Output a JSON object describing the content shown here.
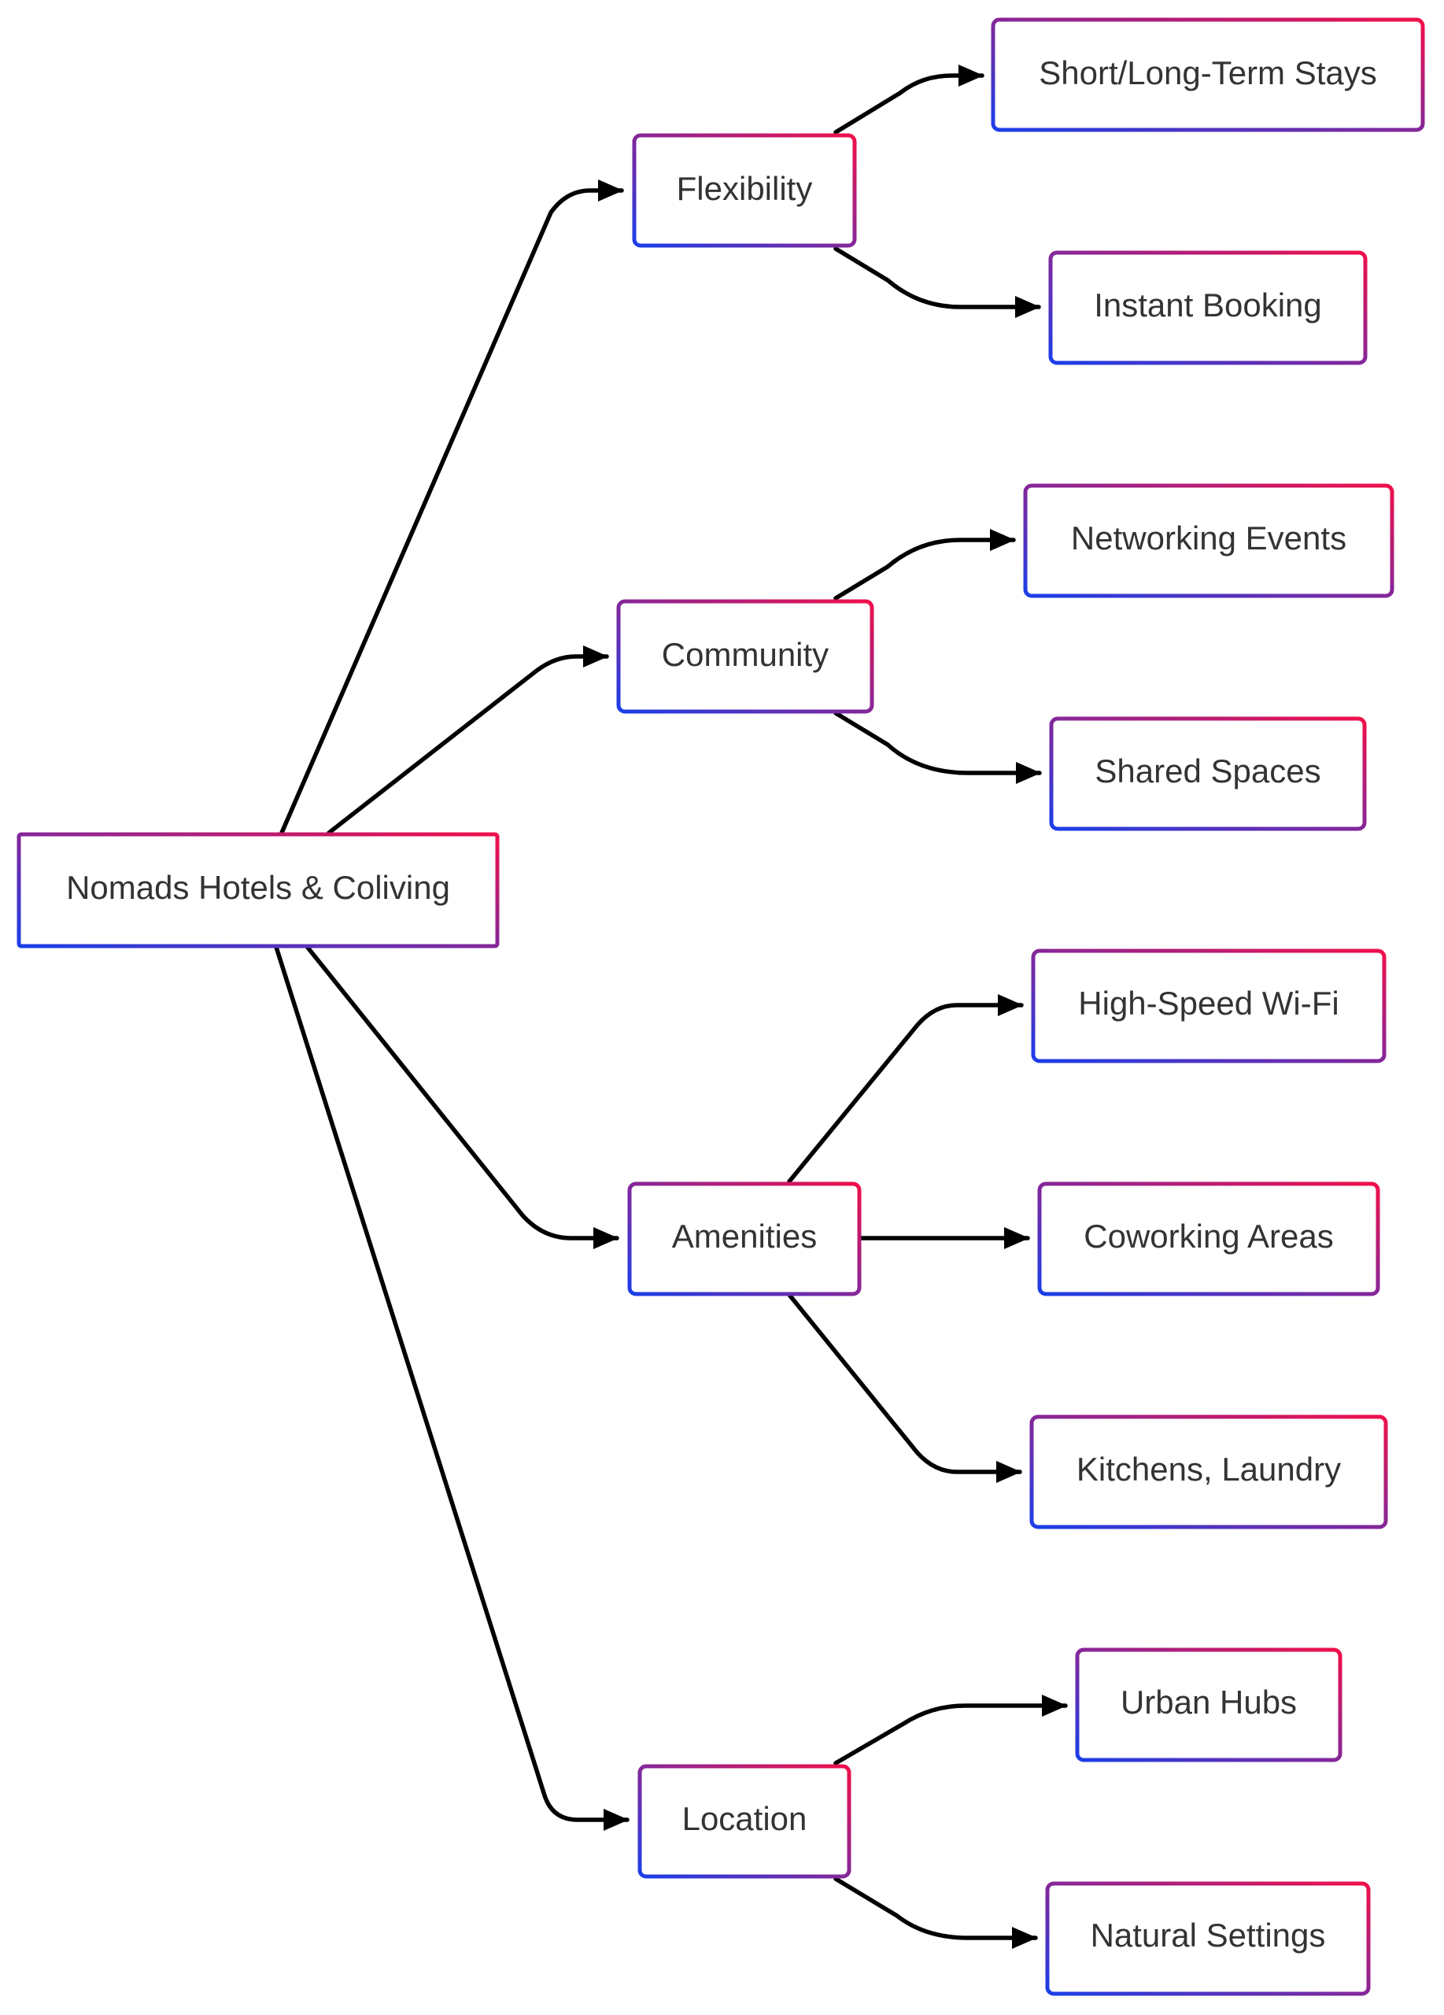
{
  "diagram": {
    "type": "mindmap-flowchart",
    "direction": "left-to-right",
    "colors": {
      "border_gradient_start": "#1a3ee8",
      "border_gradient_end": "#f0104a",
      "edge": "#000000",
      "text": "#333333",
      "background": "#ffffff"
    },
    "root": {
      "id": "root",
      "label": "Nomads Hotels & Coliving"
    },
    "categories": [
      {
        "id": "flexibility",
        "label": "Flexibility",
        "children": [
          {
            "id": "short-long-term-stays",
            "label": "Short/Long-Term Stays"
          },
          {
            "id": "instant-booking",
            "label": "Instant Booking"
          }
        ]
      },
      {
        "id": "community",
        "label": "Community",
        "children": [
          {
            "id": "networking-events",
            "label": "Networking Events"
          },
          {
            "id": "shared-spaces",
            "label": "Shared Spaces"
          }
        ]
      },
      {
        "id": "amenities",
        "label": "Amenities",
        "children": [
          {
            "id": "high-speed-wifi",
            "label": "High-Speed Wi-Fi"
          },
          {
            "id": "coworking-areas",
            "label": "Coworking Areas"
          },
          {
            "id": "kitchens-laundry",
            "label": "Kitchens, Laundry"
          }
        ]
      },
      {
        "id": "location",
        "label": "Location",
        "children": [
          {
            "id": "urban-hubs",
            "label": "Urban Hubs"
          },
          {
            "id": "natural-settings",
            "label": "Natural Settings"
          }
        ]
      }
    ]
  }
}
